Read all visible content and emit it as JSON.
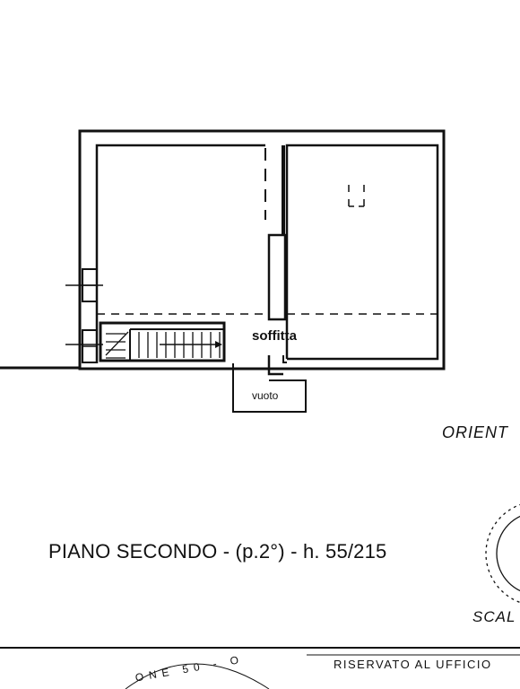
{
  "plan": {
    "rooms": {
      "soffitta": "soffitta",
      "vuoto": "vuoto"
    },
    "orientation_label": "ORIENT",
    "scale_label": "SCAL",
    "title": "PIANO SECONDO - (p.2°) - h. 55/215",
    "reserved_label": "RISERVATO AL UFFICIO",
    "stamp_text": "ONE 50 - O"
  },
  "colors": {
    "ink": "#111111",
    "paper": "#ffffff"
  }
}
